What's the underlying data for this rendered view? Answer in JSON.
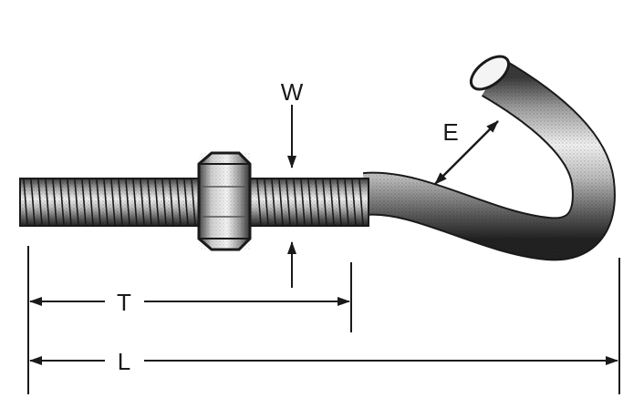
{
  "labels": {
    "width": "W",
    "eye": "E",
    "thread": "T",
    "length": "L"
  },
  "colors": {
    "ink": "#1a1a1a",
    "metal_dark": "#2b2b2b",
    "metal_mid": "#8c8c8c",
    "metal_light": "#f2f2f2",
    "background": "#ffffff"
  }
}
